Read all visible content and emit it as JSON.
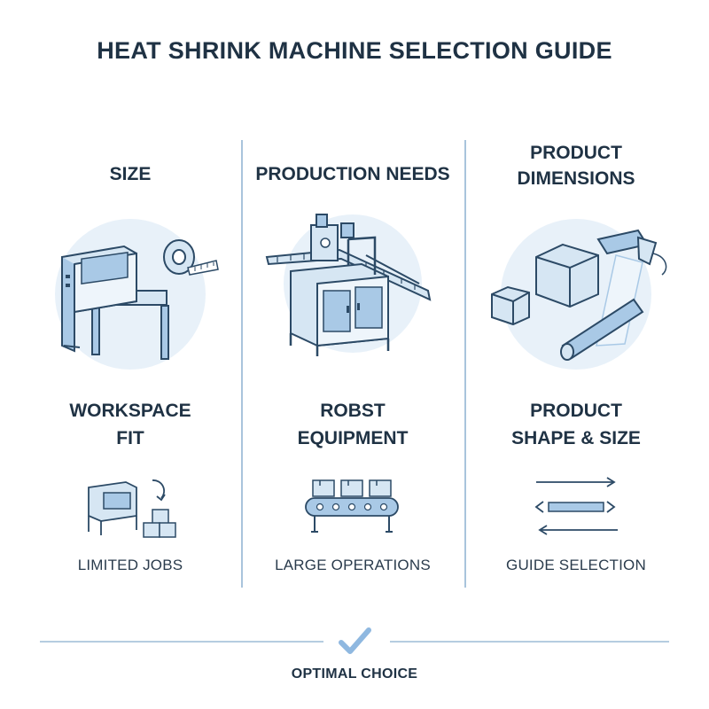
{
  "title": "HEAT SHRINK MACHINE SELECTION GUIDE",
  "columns": [
    {
      "heading_lines": [
        "SIZE"
      ],
      "main_icon": "compact-machine-with-tape-measure",
      "sub_lines": [
        "WORKSPACE",
        "FIT"
      ],
      "small_icon": "small-machine-boxes-icon",
      "caption": "LIMITED JOBS"
    },
    {
      "heading_lines": [
        "PRODUCTION NEEDS"
      ],
      "main_icon": "industrial-conveyor-machine",
      "sub_lines": [
        "ROBST",
        "EQUIPMENT"
      ],
      "small_icon": "conveyor-boxes-icon",
      "caption": "LARGE OPERATIONS"
    },
    {
      "heading_lines": [
        "PRODUCT",
        "DIMENSIONS"
      ],
      "main_icon": "boxes-heat-gun-film-roll",
      "sub_lines": [
        "PRODUCT",
        "SHAPE & SIZE"
      ],
      "small_icon": "dimension-arrows-icon",
      "caption": "GUIDE SELECTION"
    }
  ],
  "footer": {
    "icon": "checkmark-icon",
    "label": "OPTIMAL CHOICE"
  },
  "colors": {
    "text": "#1f3244",
    "stroke": "#2c4a66",
    "fill_light": "#d6e6f3",
    "fill_mid": "#a9c9e6",
    "circle_bg": "#e8f1f9",
    "divider": "#a9c4dc",
    "accent": "#8fb8e0"
  }
}
